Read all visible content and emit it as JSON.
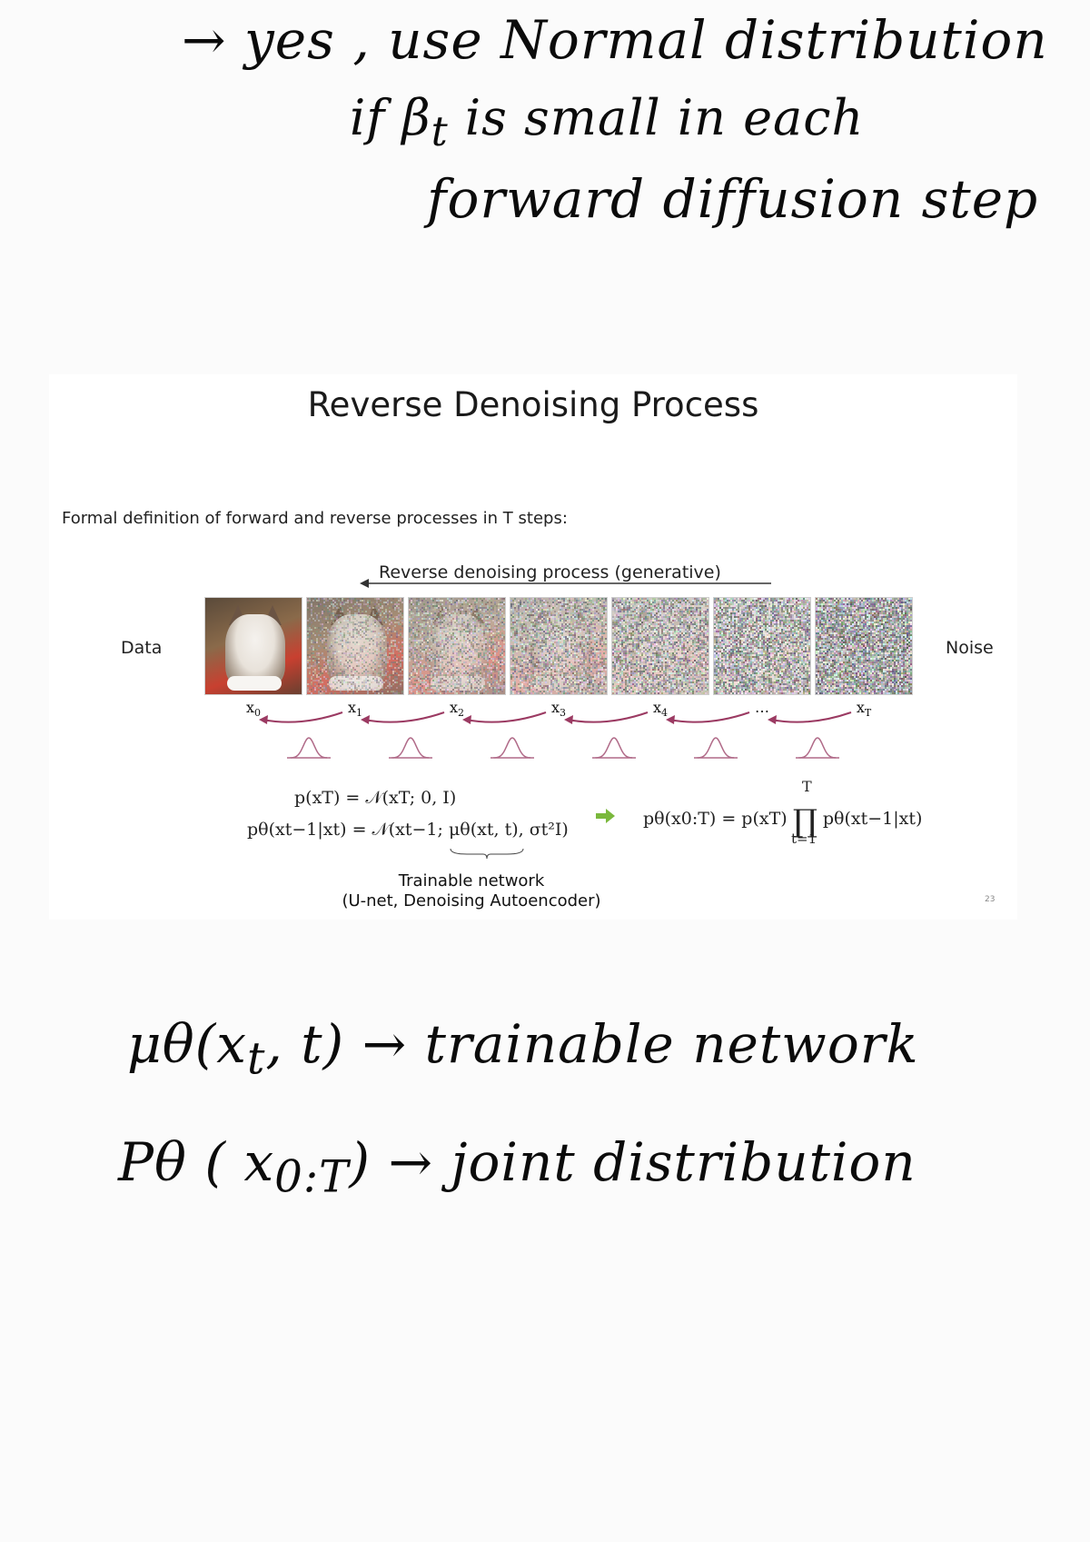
{
  "handwriting": {
    "line1": "→ yes , use Normal distribution",
    "line2": "if β",
    "line2_sub": "t",
    "line2_rest": " is small in each",
    "line3": "forward diffusion step",
    "line4": "μθ(x",
    "line4_sub": "t",
    "line4_rest": ", t) → trainable network",
    "line5": "Pθ ( x",
    "line5_sub": "0:T",
    "line5_rest": ") → joint distribution"
  },
  "slide": {
    "title": "Reverse Denoising Process",
    "subtitle": "Formal definition of forward and reverse processes in T steps:",
    "reverse_label": "Reverse denoising process (generative)",
    "data_label": "Data",
    "noise_label": "Noise",
    "frame_noise_levels": [
      0,
      0.25,
      0.45,
      0.6,
      0.72,
      0.85,
      1.0
    ],
    "x_labels": [
      {
        "base": "x",
        "sub": "0"
      },
      {
        "base": "x",
        "sub": "1"
      },
      {
        "base": "x",
        "sub": "2"
      },
      {
        "base": "x",
        "sub": "3"
      },
      {
        "base": "x",
        "sub": "4"
      },
      {
        "base": "…",
        "sub": ""
      },
      {
        "base": "x",
        "sub": "T"
      }
    ],
    "eq1": "p(xT) = 𝒩(xT; 0, I)",
    "eq2": "pθ(xt−1|xt) = 𝒩(xt−1; μθ(xt, t), σt²I)",
    "eq3_left": "pθ(x0:T) = p(xT) ",
    "eq3_prod": "∏",
    "eq3_right": " pθ(xt−1|xt)",
    "eq3_upper": "T",
    "eq3_lower": "t=1",
    "trainable_line1": "Trainable network",
    "trainable_line2": "(U-net, Denoising Autoencoder)",
    "page_number": "23",
    "colors": {
      "curve": "#9b3a62",
      "gaussian": "#b06a88",
      "green_arrow": "#7ab83c"
    }
  }
}
